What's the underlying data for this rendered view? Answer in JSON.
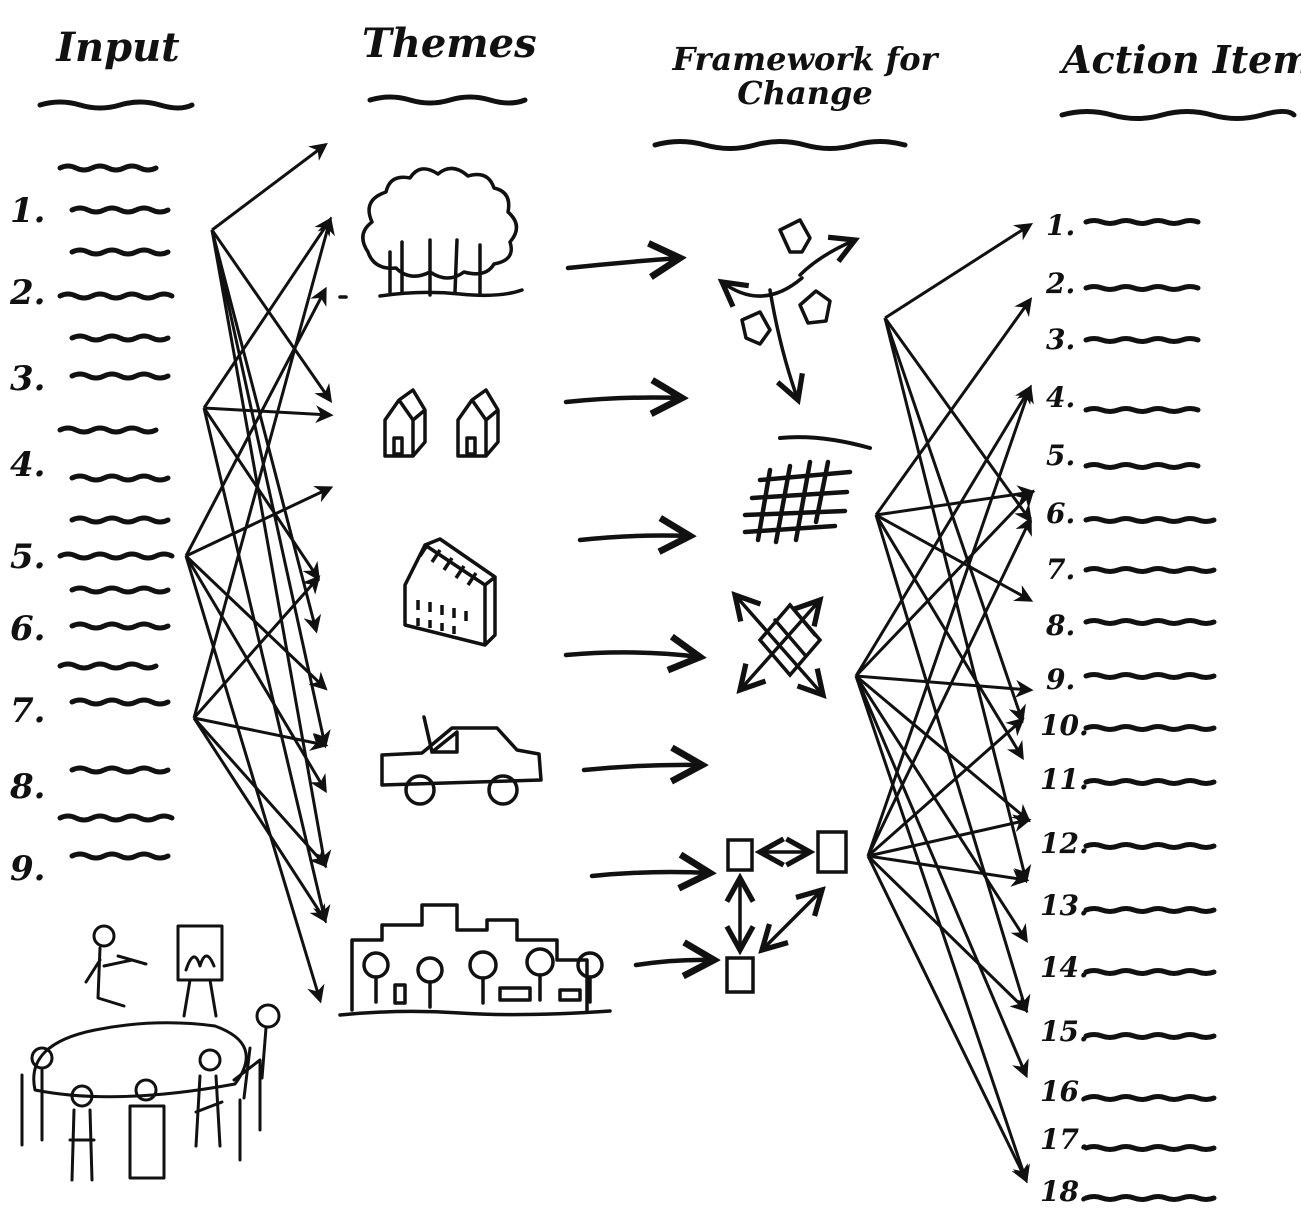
{
  "columns": {
    "input": {
      "title": "Input"
    },
    "themes": {
      "title": "Themes"
    },
    "framework": {
      "title_line1": "Framework for",
      "title_line2": "Change"
    },
    "action_items": {
      "title": "Action Items"
    }
  },
  "input_items": [
    "1.",
    "2.",
    "3.",
    "4.",
    "5.",
    "6.",
    "7.",
    "8.",
    "9."
  ],
  "action_items": [
    "1.",
    "2.",
    "3.",
    "4.",
    "5.",
    "6.",
    "7.",
    "8.",
    "9.",
    "10.",
    "11.",
    "12.",
    "13.",
    "14.",
    "15.",
    "16.",
    "17.",
    "18."
  ],
  "themes": [
    {
      "icon": "trees-icon"
    },
    {
      "icon": "houses-icon"
    },
    {
      "icon": "building-icon"
    },
    {
      "icon": "car-icon"
    },
    {
      "icon": "townscape-icon"
    }
  ],
  "framework": [
    {
      "icon": "cycle-arrows-icon"
    },
    {
      "icon": "grid-icon"
    },
    {
      "icon": "crossing-arrows-icon"
    },
    {
      "icon": "connected-boxes-icon"
    }
  ],
  "meeting_icon": "meeting-table-icon",
  "colors": {
    "ink": "#111111",
    "paper": "#ffffff"
  }
}
